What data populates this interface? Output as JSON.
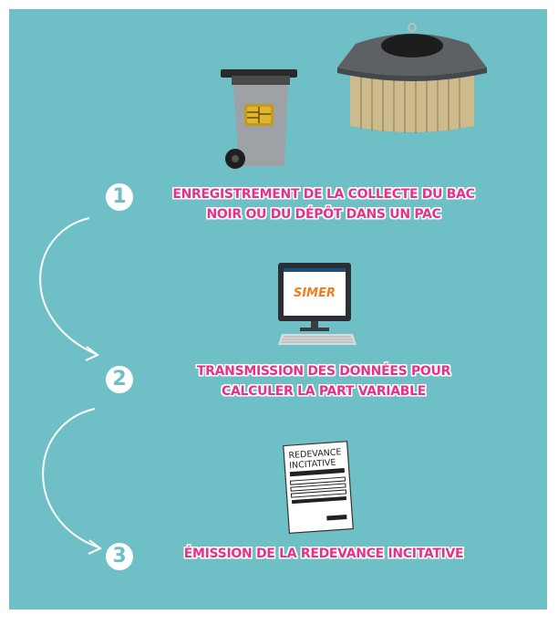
{
  "steps": [
    {
      "number": "1",
      "text_line1": "ENREGISTREMENT DE LA COLLECTE DU BAC",
      "text_line2": "NOIR OU DU DÉPÔT DANS UN PAC"
    },
    {
      "number": "2",
      "text_line1": "TRANSMISSION DES DONNÉES POUR",
      "text_line2": "CALCULER LA PART VARIABLE"
    },
    {
      "number": "3",
      "text_line1": "ÉMISSION DE LA REDEVANCE INCITATIVE"
    }
  ],
  "computer_screen_logo": "SIMER",
  "invoice_title_line1": "REDEVANCE",
  "invoice_title_line2": "INCITATIVE",
  "colors": {
    "background": "#6fbfc6",
    "accent": "#e6318a",
    "logo": "#f07d1a"
  }
}
